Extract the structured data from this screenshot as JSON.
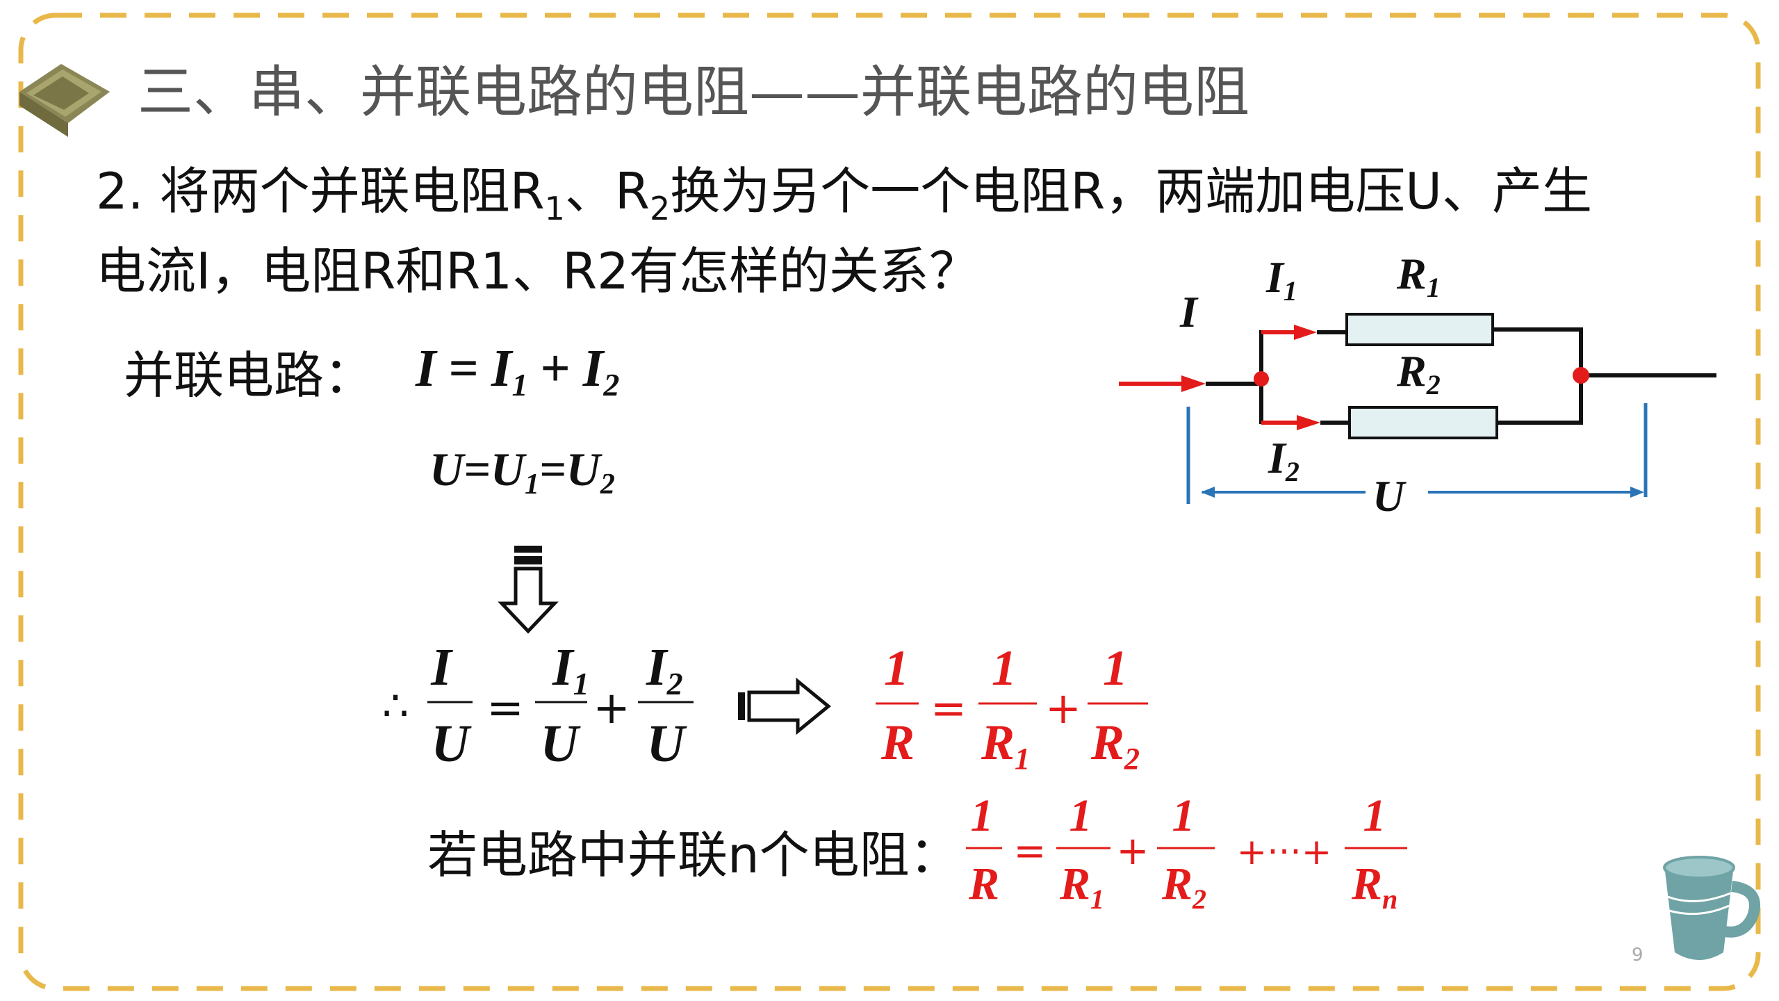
{
  "slide": {
    "title": "三、串、并联电路的电阻——并联电路的电阻",
    "page_number": "9"
  },
  "question": {
    "line1_a": "2. 将两个并联电阻R",
    "sub1": "1",
    "line1_b": "、R",
    "sub2": "2",
    "line1_c": "换为另个一个电阻R，两端加电压U、产生",
    "line2": "电流I，电阻R和R1、R2有怎样的关系？"
  },
  "derivation": {
    "label": "并联电路：",
    "current_eq": {
      "lhs": "I",
      "eq": "=",
      "t1": "I",
      "t1_sub": "1",
      "plus": "+",
      "t2": "I",
      "t2_sub": "2"
    },
    "voltage_eq": {
      "a": "U=U",
      "a_sub": "1",
      "b": "=U",
      "b_sub": "2"
    },
    "therefore": "∴",
    "frac_eq": {
      "n0": "I",
      "d0": "U",
      "eq": "=",
      "n1": "I",
      "n1_sub": "1",
      "d1": "U",
      "plus": "+",
      "n2": "I",
      "n2_sub": "2",
      "d2": "U"
    },
    "result_eq": {
      "n0": "1",
      "d0": "R",
      "eq": "=",
      "n1": "1",
      "d1": "R",
      "d1_sub": "1",
      "plus": "+",
      "n2": "1",
      "d2": "R",
      "d2_sub": "2"
    }
  },
  "general": {
    "label": "若电路中并联n个电阻：",
    "n0": "1",
    "d0": "R",
    "eq": "=",
    "n1": "1",
    "d1": "R",
    "d1_sub": "1",
    "plus1": "+",
    "n2": "1",
    "d2": "R",
    "d2_sub": "2",
    "dots": "+···+",
    "n3": "1",
    "d3": "R",
    "d3_sub": "n"
  },
  "circuit": {
    "I": "I",
    "I1": "I",
    "I1_sub": "1",
    "I2": "I",
    "I2_sub": "2",
    "R1": "R",
    "R1_sub": "1",
    "R2": "R",
    "R2_sub": "2",
    "U": "U"
  },
  "colors": {
    "border": "#E8B84A",
    "red": "#E31B1B",
    "blue": "#2A74B7",
    "title": "#555555",
    "text": "#111111",
    "resistor_fill": "#E4F1F2",
    "book": "#8A8655",
    "cup": "#6FA3A5"
  },
  "icons": [
    "book-icon",
    "teacup-icon",
    "down-arrow-icon",
    "right-arrow-icon"
  ]
}
